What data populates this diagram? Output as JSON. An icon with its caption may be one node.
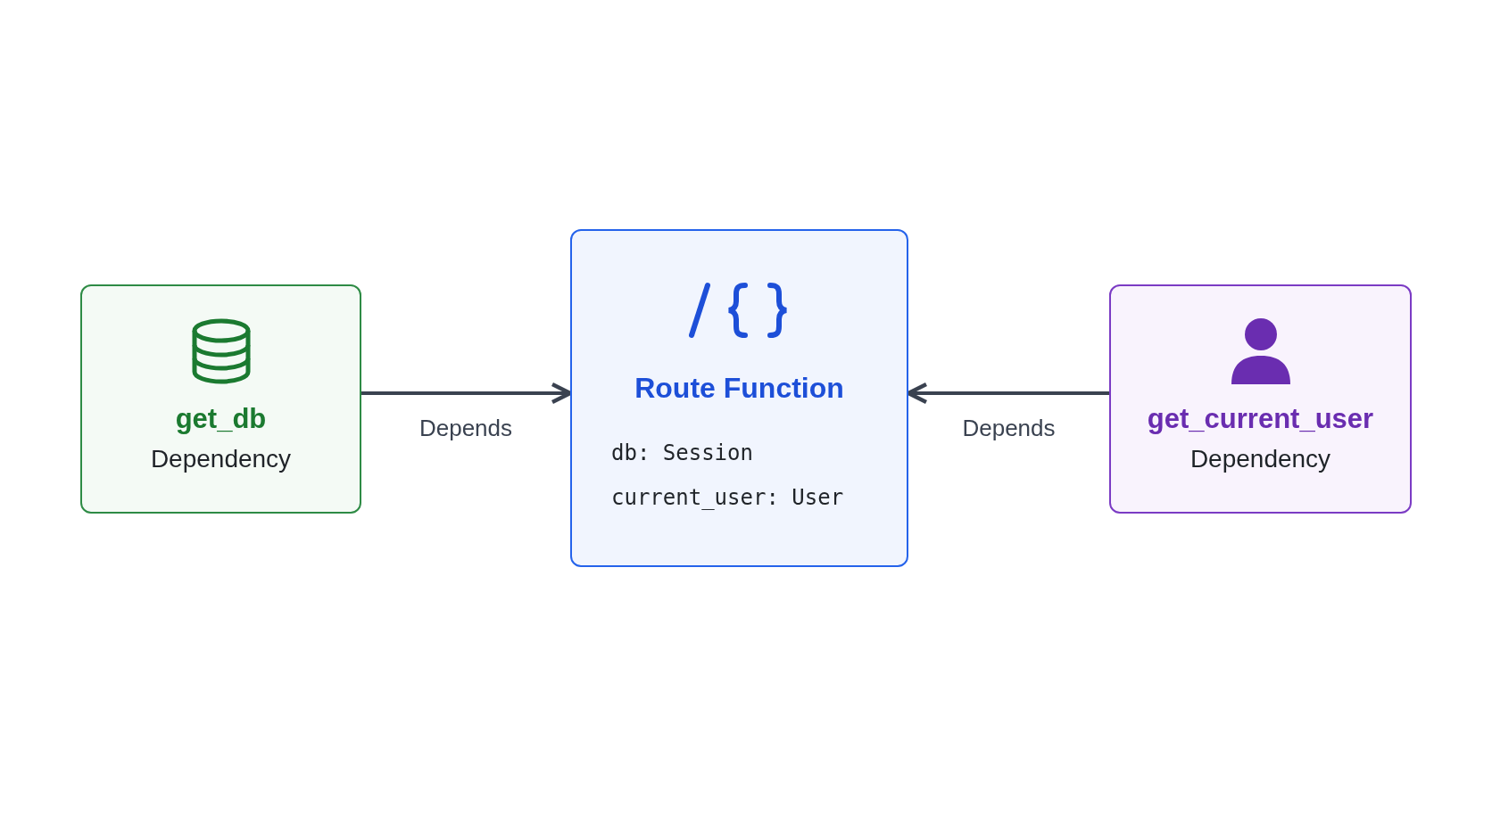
{
  "diagram": {
    "nodes": [
      {
        "text": [
          "get_db",
          "Dependency"
        ]
      },
      {
        "text": [
          "Route Function",
          "db: Session",
          "current_user: User"
        ]
      },
      {
        "text": [
          "get_current_user",
          "Dependency"
        ]
      }
    ],
    "edges": [
      {
        "from": 0,
        "to": 1,
        "arrow": "to",
        "label": "Depends"
      },
      {
        "from": 2,
        "to": 1,
        "arrow": "to",
        "label": "Depends"
      }
    ]
  }
}
